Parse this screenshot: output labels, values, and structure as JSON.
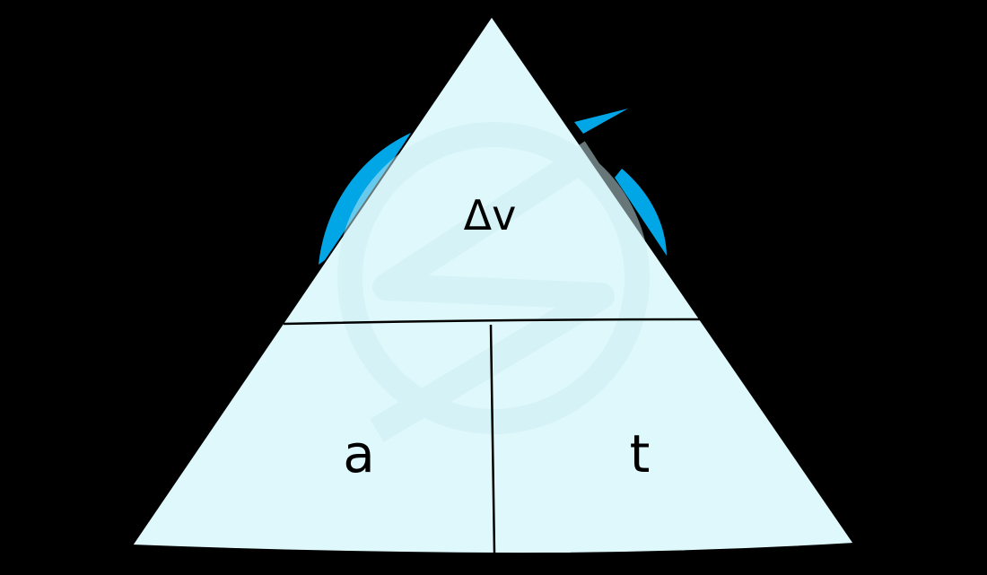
{
  "diagram": {
    "type": "formula-triangle",
    "top_label": "Δv",
    "bottom_left_label": "a",
    "bottom_right_label": "t",
    "colors": {
      "background": "#000000",
      "triangle_fill": "#dff8fb",
      "outline": "#000000",
      "accent_arc": "#00a6e6",
      "watermark": "#cdeef2"
    }
  }
}
